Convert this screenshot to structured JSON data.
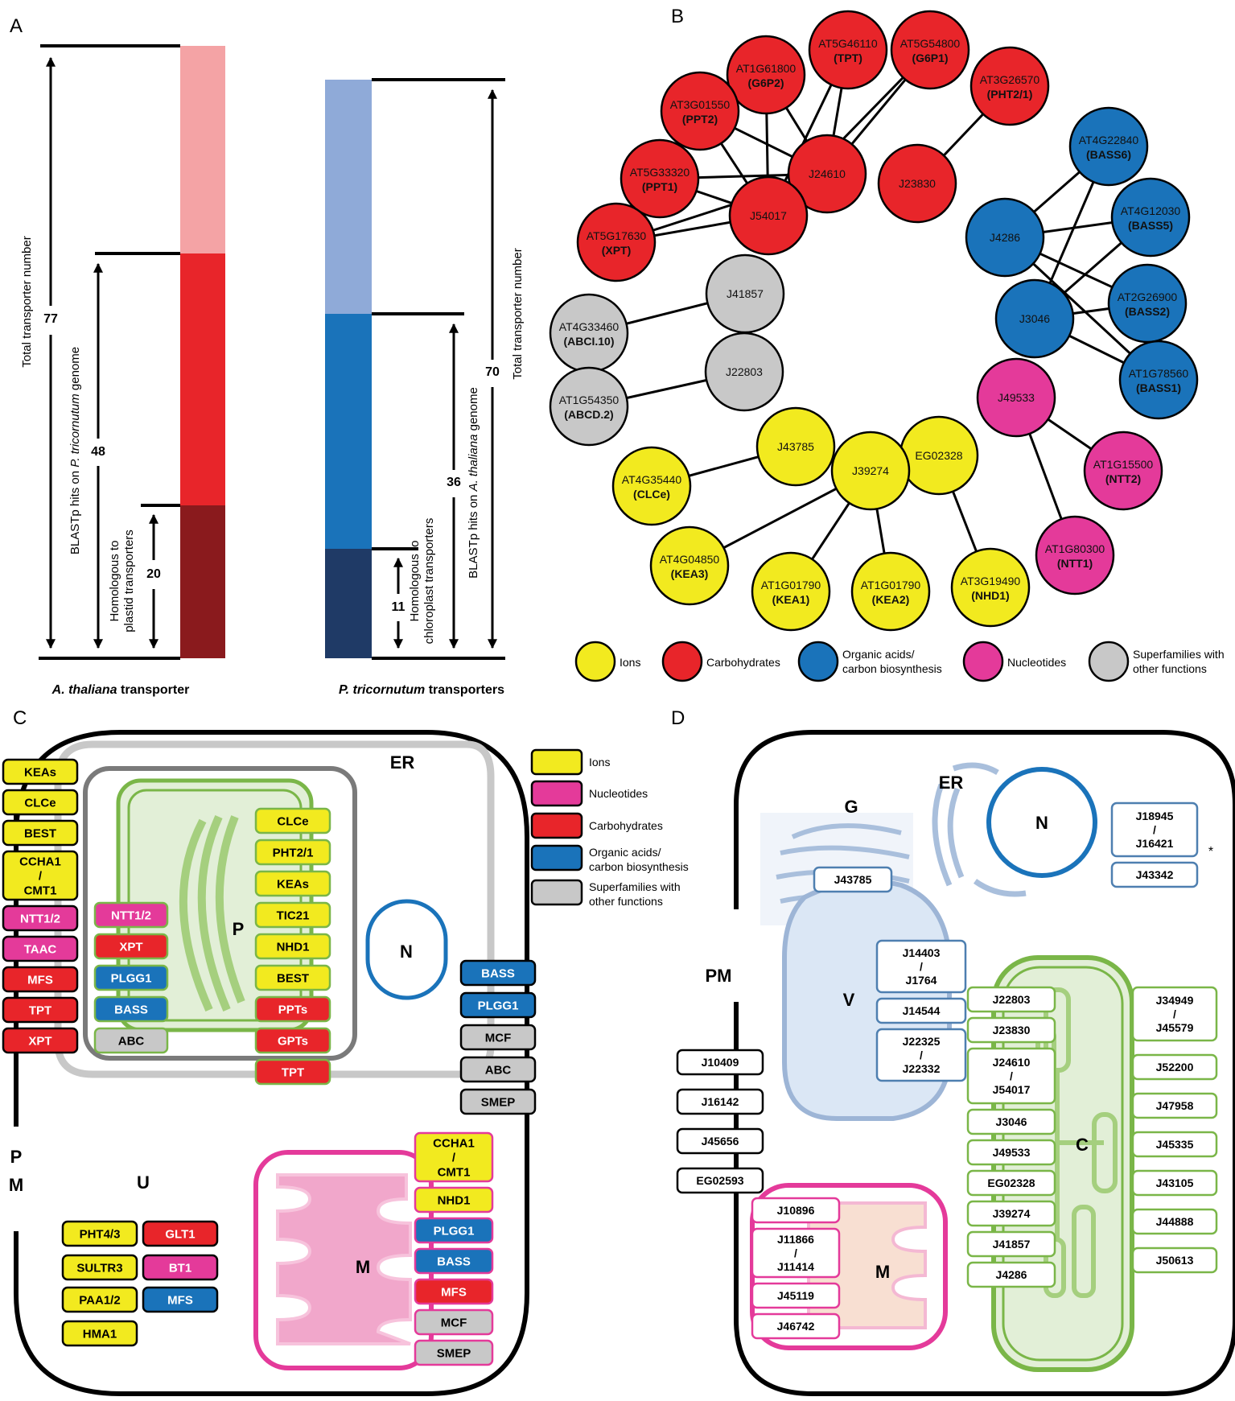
{
  "colors": {
    "ions": "#f2ea1f",
    "carbohydrates": "#e8252a",
    "organic": "#1a73ba",
    "nucleotides": "#e43a9a",
    "superfamily": "#c8c8c8",
    "ath_light": "#f4a3a5",
    "ath_mid": "#e8252a",
    "ath_dark": "#8a1a1d",
    "pt_light": "#8faad8",
    "pt_mid": "#1a73ba",
    "pt_dark": "#1f3a66"
  },
  "panelA": {
    "label": "A",
    "total_label": "Total transporter number",
    "total_value": 77,
    "blast_label_pre": "BLASTp hits on ",
    "blast_label_italic": "P. tricornutum",
    "blast_label_post": " genome",
    "blast_value": 48,
    "homol_line1": "Homologous to",
    "homol_line2": "plastid transporters",
    "homol_value": 20,
    "caption_italic": "A. thaliana",
    "caption_rest": " transporter"
  },
  "panelA2": {
    "total_label": "Total transporter number",
    "total_value": 70,
    "blast_label_pre": "BLASTp hits on ",
    "blast_label_italic": "A. thaliana",
    "blast_label_post": " genome",
    "blast_value": 36,
    "homol_line1": "Homologous to",
    "homol_line2": "chloroplast transporters",
    "homol_value": 11,
    "caption_italic": "P. tricornutum",
    "caption_rest": " transporters"
  },
  "panelB": {
    "label": "B",
    "nodes": [
      {
        "id": "tpt",
        "l1": "AT5G46110",
        "l2": "(TPT)",
        "cat": "carbohydrates"
      },
      {
        "id": "g6p1",
        "l1": "AT5G54800",
        "l2": "(G6P1)",
        "cat": "carbohydrates"
      },
      {
        "id": "g6p2",
        "l1": "AT1G61800",
        "l2": "(G6P2)",
        "cat": "carbohydrates"
      },
      {
        "id": "pht",
        "l1": "AT3G26570",
        "l2": "(PHT2/1)",
        "cat": "carbohydrates"
      },
      {
        "id": "ppt2",
        "l1": "AT3G01550",
        "l2": "(PPT2)",
        "cat": "carbohydrates"
      },
      {
        "id": "ppt1",
        "l1": "AT5G33320",
        "l2": "(PPT1)",
        "cat": "carbohydrates"
      },
      {
        "id": "j24610",
        "l1": "J24610",
        "l2": "",
        "cat": "carbohydrates"
      },
      {
        "id": "j23830",
        "l1": "J23830",
        "l2": "",
        "cat": "carbohydrates"
      },
      {
        "id": "j54017",
        "l1": "J54017",
        "l2": "",
        "cat": "carbohydrates"
      },
      {
        "id": "xpt",
        "l1": "AT5G17630",
        "l2": "(XPT)",
        "cat": "carbohydrates"
      },
      {
        "id": "bass6",
        "l1": "AT4G22840",
        "l2": "(BASS6)",
        "cat": "organic"
      },
      {
        "id": "j4286",
        "l1": "J4286",
        "l2": "",
        "cat": "organic"
      },
      {
        "id": "bass5",
        "l1": "AT4G12030",
        "l2": "(BASS5)",
        "cat": "organic"
      },
      {
        "id": "j3046",
        "l1": "J3046",
        "l2": "",
        "cat": "organic"
      },
      {
        "id": "bass2",
        "l1": "AT2G26900",
        "l2": "(BASS2)",
        "cat": "organic"
      },
      {
        "id": "bass1",
        "l1": "AT1G78560",
        "l2": "(BASS1)",
        "cat": "organic"
      },
      {
        "id": "j41857",
        "l1": "J41857",
        "l2": "",
        "cat": "superfamily"
      },
      {
        "id": "abci",
        "l1": "AT4G33460",
        "l2": "(ABCI.10)",
        "cat": "superfamily"
      },
      {
        "id": "j22803",
        "l1": "J22803",
        "l2": "",
        "cat": "superfamily"
      },
      {
        "id": "abcd",
        "l1": "AT1G54350",
        "l2": "(ABCD.2)",
        "cat": "superfamily"
      },
      {
        "id": "j49533",
        "l1": "J49533",
        "l2": "",
        "cat": "nucleotides"
      },
      {
        "id": "ntt2",
        "l1": "AT1G15500",
        "l2": "(NTT2)",
        "cat": "nucleotides"
      },
      {
        "id": "ntt1",
        "l1": "AT1G80300",
        "l2": "(NTT1)",
        "cat": "nucleotides"
      },
      {
        "id": "j43785",
        "l1": "J43785",
        "l2": "",
        "cat": "ions"
      },
      {
        "id": "eg02328",
        "l1": "EG02328",
        "l2": "",
        "cat": "ions"
      },
      {
        "id": "j39274",
        "l1": "J39274",
        "l2": "",
        "cat": "ions"
      },
      {
        "id": "clce",
        "l1": "AT4G35440",
        "l2": "(CLCe)",
        "cat": "ions"
      },
      {
        "id": "kea3",
        "l1": "AT4G04850",
        "l2": "(KEA3)",
        "cat": "ions"
      },
      {
        "id": "kea1",
        "l1": "AT1G01790",
        "l2": "(KEA1)",
        "cat": "ions"
      },
      {
        "id": "kea2",
        "l1": "AT1G01790",
        "l2": "(KEA2)",
        "cat": "ions"
      },
      {
        "id": "nhd1",
        "l1": "AT3G19490",
        "l2": "(NHD1)",
        "cat": "ions"
      }
    ],
    "legend": [
      {
        "cat": "ions",
        "l1": "Ions",
        "l2": ""
      },
      {
        "cat": "carbohydrates",
        "l1": "Carbohydrates",
        "l2": ""
      },
      {
        "cat": "organic",
        "l1": "Organic acids/",
        "l2": "carbon biosynthesis"
      },
      {
        "cat": "nucleotides",
        "l1": "Nucleotides",
        "l2": ""
      },
      {
        "cat": "superfamily",
        "l1": "Superfamilies with",
        "l2": "other functions"
      }
    ]
  },
  "panelC": {
    "label": "C",
    "er": "ER",
    "p": "P",
    "n": "N",
    "m": "M",
    "pm1": "P",
    "pm2": "M",
    "u": "U",
    "left_pm": [
      {
        "t": "KEAs",
        "cat": "ions"
      },
      {
        "t": "CLCe",
        "cat": "ions"
      },
      {
        "t": "BEST",
        "cat": "ions"
      },
      {
        "t": "CCHA1\n/\nCMT1",
        "cat": "ions"
      },
      {
        "t": "NTT1/2",
        "cat": "nucleotides"
      },
      {
        "t": "TAAC",
        "cat": "nucleotides"
      },
      {
        "t": "MFS",
        "cat": "carbohydrates"
      },
      {
        "t": "TPT",
        "cat": "carbohydrates"
      },
      {
        "t": "XPT",
        "cat": "carbohydrates"
      }
    ],
    "plastid_left": [
      {
        "t": "NTT1/2",
        "cat": "nucleotides"
      },
      {
        "t": "XPT",
        "cat": "carbohydrates"
      },
      {
        "t": "PLGG1",
        "cat": "organic"
      },
      {
        "t": "BASS",
        "cat": "organic"
      },
      {
        "t": "ABC",
        "cat": "superfamily"
      }
    ],
    "plastid_right": [
      {
        "t": "CLCe",
        "cat": "ions"
      },
      {
        "t": "PHT2/1",
        "cat": "ions"
      },
      {
        "t": "KEAs",
        "cat": "ions"
      },
      {
        "t": "TIC21",
        "cat": "ions"
      },
      {
        "t": "NHD1",
        "cat": "ions"
      },
      {
        "t": "BEST",
        "cat": "ions"
      },
      {
        "t": "PPTs",
        "cat": "carbohydrates"
      },
      {
        "t": "GPTs",
        "cat": "carbohydrates"
      },
      {
        "t": "TPT",
        "cat": "carbohydrates"
      }
    ],
    "er_right": [
      {
        "t": "BASS",
        "cat": "organic"
      },
      {
        "t": "PLGG1",
        "cat": "organic"
      },
      {
        "t": "MCF",
        "cat": "superfamily"
      },
      {
        "t": "ABC",
        "cat": "superfamily"
      },
      {
        "t": "SMEP",
        "cat": "superfamily"
      }
    ],
    "mito": [
      {
        "t": "CCHA1\n/\nCMT1",
        "cat": "ions"
      },
      {
        "t": "NHD1",
        "cat": "ions"
      },
      {
        "t": "PLGG1",
        "cat": "organic"
      },
      {
        "t": "BASS",
        "cat": "organic"
      },
      {
        "t": "MFS",
        "cat": "carbohydrates"
      },
      {
        "t": "MCF",
        "cat": "superfamily"
      },
      {
        "t": "SMEP",
        "cat": "superfamily"
      }
    ],
    "unknown": [
      {
        "t": "PHT4/3",
        "cat": "ions"
      },
      {
        "t": "GLT1",
        "cat": "carbohydrates"
      },
      {
        "t": "SULTR3",
        "cat": "ions"
      },
      {
        "t": "BT1",
        "cat": "nucleotides"
      },
      {
        "t": "PAA1/2",
        "cat": "ions"
      },
      {
        "t": "MFS",
        "cat": "organic"
      },
      {
        "t": "HMA1",
        "cat": "ions"
      }
    ],
    "legend": [
      {
        "cat": "ions",
        "l1": "Ions",
        "l2": ""
      },
      {
        "cat": "nucleotides",
        "l1": "Nucleotides",
        "l2": ""
      },
      {
        "cat": "carbohydrates",
        "l1": "Carbohydrates",
        "l2": ""
      },
      {
        "cat": "organic",
        "l1": "Organic acids/",
        "l2": "carbon biosynthesis"
      },
      {
        "cat": "superfamily",
        "l1": "Superfamilies with",
        "l2": "other functions"
      }
    ]
  },
  "panelD": {
    "label": "D",
    "g": "G",
    "er": "ER",
    "n": "N",
    "pm": "PM",
    "v": "V",
    "c": "C",
    "m": "M",
    "star": "*",
    "golgi": "J43785",
    "er_boxes": [
      "J18945\n/\nJ16421",
      "J43342"
    ],
    "vacuole": [
      "J14403\n/\nJ1764",
      "J14544",
      "J22325\n/\nJ22332"
    ],
    "pm_boxes": [
      "J10409",
      "J16142",
      "J45656",
      "EG02593"
    ],
    "mito": [
      "J10896",
      "J11866\n/\nJ11414",
      "J45119",
      "J46742"
    ],
    "chloro_left": [
      "J22803",
      "J23830",
      "J24610\n/\nJ54017",
      "J3046",
      "J49533",
      "EG02328",
      "J39274",
      "J41857",
      "J4286"
    ],
    "chloro_right": [
      "J34949\n/\nJ45579",
      "J52200",
      "J47958",
      "J45335",
      "J43105",
      "J44888",
      "J50613"
    ]
  }
}
